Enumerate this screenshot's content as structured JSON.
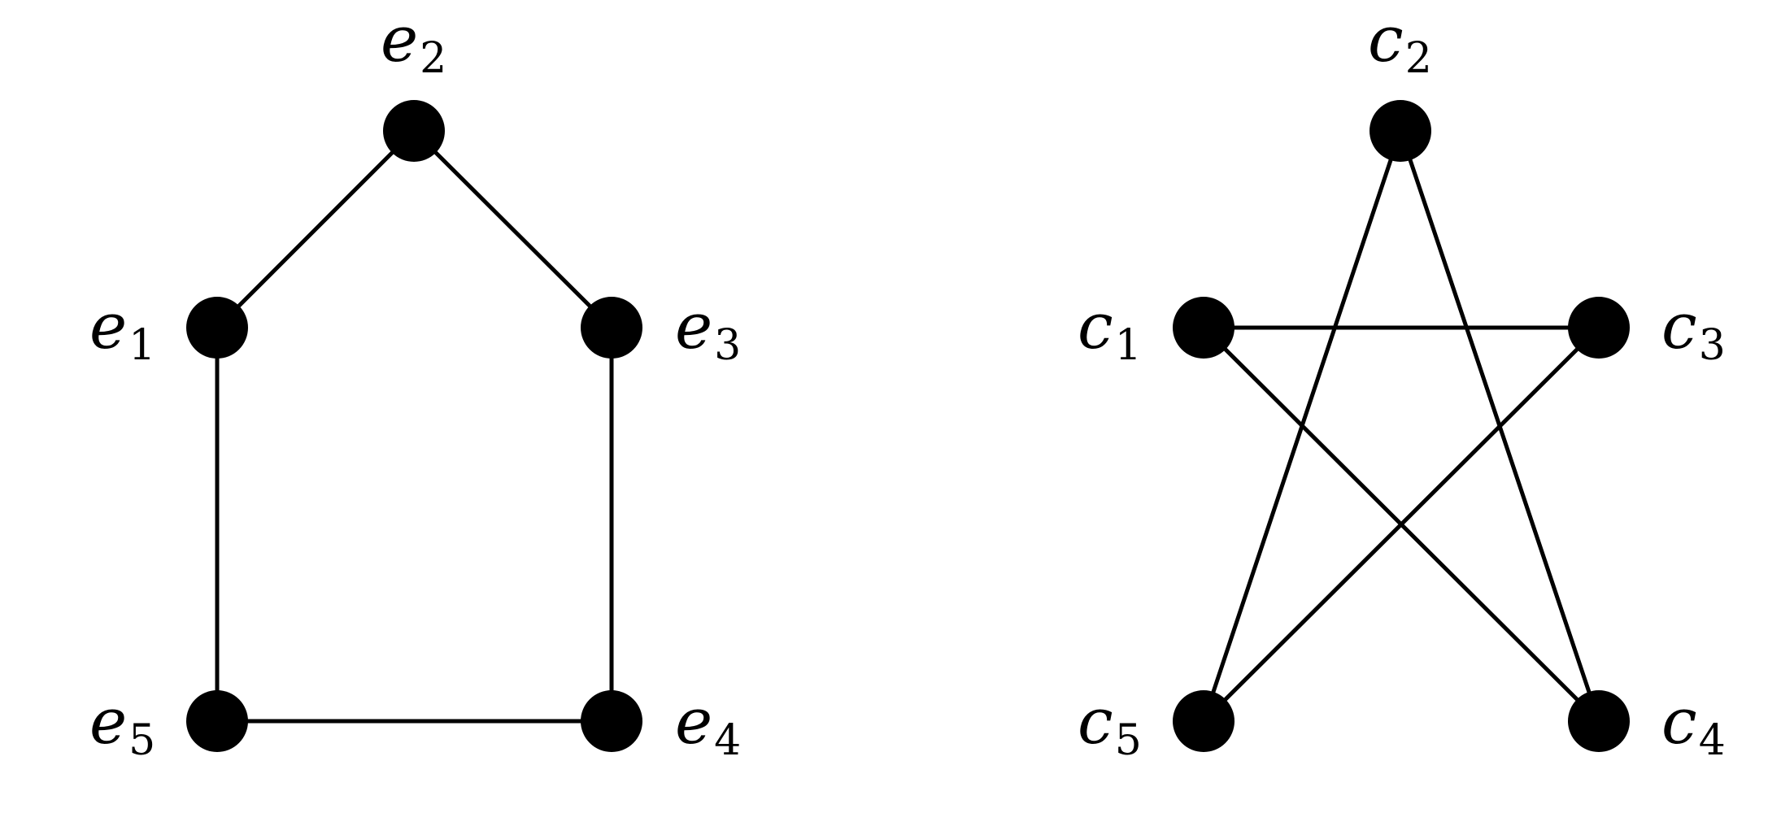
{
  "colors": {
    "background": "#ffffff",
    "ink": "#000000"
  },
  "graphs": [
    {
      "id": "e",
      "nodes": [
        {
          "id": "e1",
          "base": "e",
          "sub": "1"
        },
        {
          "id": "e2",
          "base": "e",
          "sub": "2"
        },
        {
          "id": "e3",
          "base": "e",
          "sub": "3"
        },
        {
          "id": "e4",
          "base": "e",
          "sub": "4"
        },
        {
          "id": "e5",
          "base": "e",
          "sub": "5"
        }
      ],
      "edges": [
        [
          "e1",
          "e2"
        ],
        [
          "e2",
          "e3"
        ],
        [
          "e3",
          "e4"
        ],
        [
          "e4",
          "e5"
        ],
        [
          "e5",
          "e1"
        ]
      ]
    },
    {
      "id": "c",
      "nodes": [
        {
          "id": "c1",
          "base": "c",
          "sub": "1"
        },
        {
          "id": "c2",
          "base": "c",
          "sub": "2"
        },
        {
          "id": "c3",
          "base": "c",
          "sub": "3"
        },
        {
          "id": "c4",
          "base": "c",
          "sub": "4"
        },
        {
          "id": "c5",
          "base": "c",
          "sub": "5"
        }
      ],
      "edges": [
        [
          "c1",
          "c3"
        ],
        [
          "c1",
          "c4"
        ],
        [
          "c2",
          "c4"
        ],
        [
          "c2",
          "c5"
        ],
        [
          "c3",
          "c5"
        ]
      ]
    }
  ]
}
